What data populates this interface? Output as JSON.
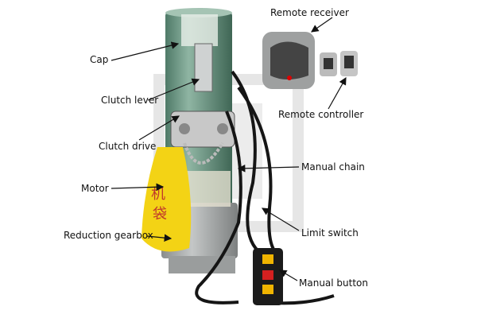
{
  "labels": {
    "cap": "Cap",
    "clutch_lever": "Clutch lever",
    "clutch_drive": "Clutch drive",
    "motor": "Motor",
    "reduction_gearbox": "Reduction gearbox",
    "remote_receiver": "Remote receiver",
    "remote_controller": "Remote controller",
    "manual_chain": "Manual chain",
    "limit_switch": "Limit switch",
    "manual_button": "Manual button"
  },
  "colors": {
    "motor_green": "#6f9a86",
    "bag_yellow": "#f3d315",
    "gearbox_grey": "#a9acac",
    "cable_black": "#151515"
  }
}
